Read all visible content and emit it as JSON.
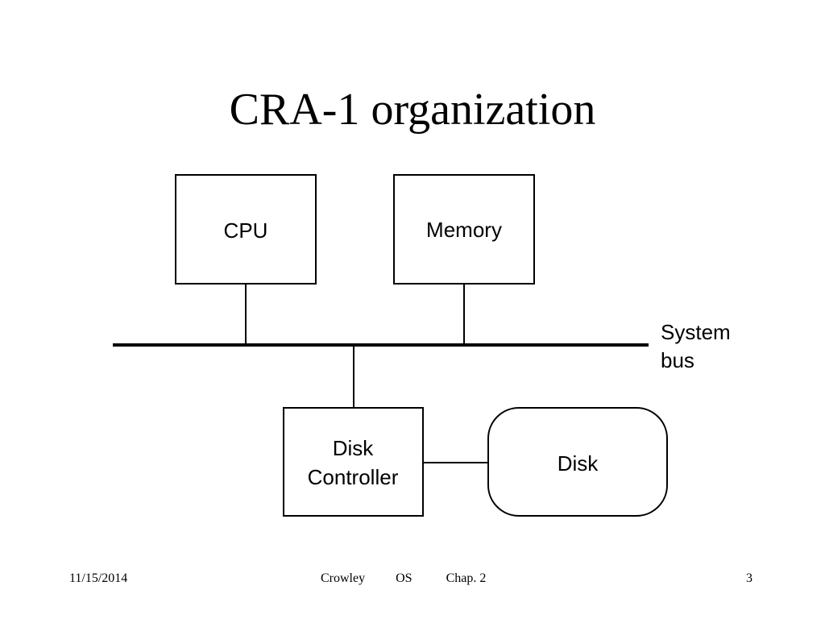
{
  "slide": {
    "title": "CRA-1 organization"
  },
  "diagram": {
    "cpu_label": "CPU",
    "memory_label": "Memory",
    "bus_label_line1": "System",
    "bus_label_line2": "bus",
    "disk_controller_line1": "Disk",
    "disk_controller_line2": "Controller",
    "disk_label": "Disk"
  },
  "footer": {
    "date": "11/15/2014",
    "author": "Crowley",
    "course": "OS",
    "chapter": "Chap. 2",
    "page_number": "3"
  }
}
